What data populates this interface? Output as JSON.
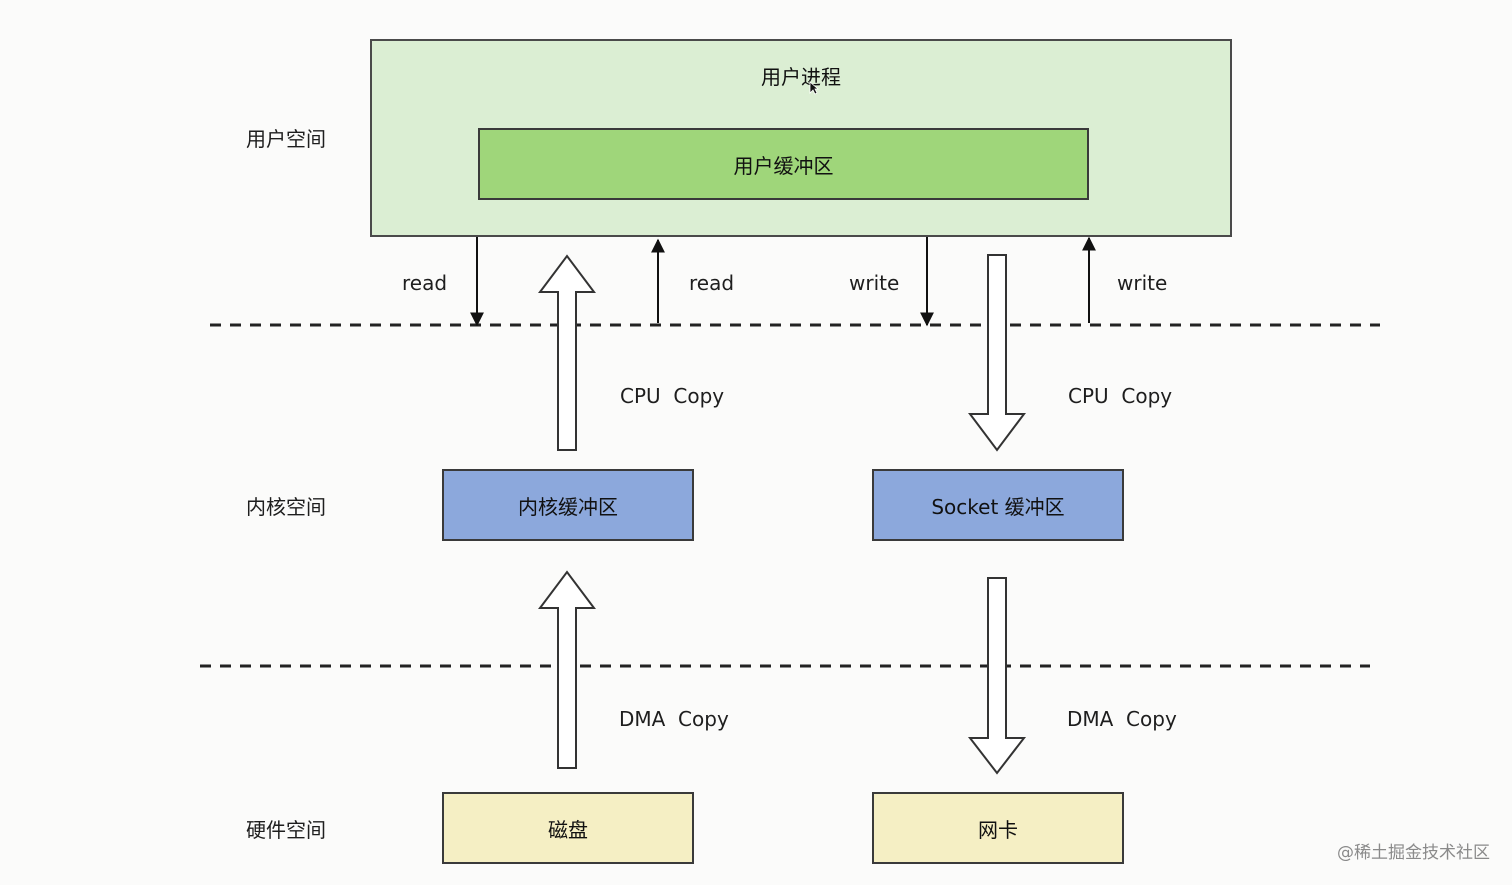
{
  "labels": {
    "user_space": "用户空间",
    "kernel_space": "内核空间",
    "hardware_space": "硬件空间"
  },
  "boxes": {
    "user_process": "用户进程",
    "user_buffer": "用户缓冲区",
    "kernel_buffer": "内核缓冲区",
    "socket_buffer": "Socket 缓冲区",
    "disk": "磁盘",
    "nic": "网卡"
  },
  "arrows": {
    "read_down": "read",
    "read_up": "read",
    "write_down": "write",
    "write_up": "write",
    "cpu_copy_left": "CPU  Copy",
    "cpu_copy_right": "CPU  Copy",
    "dma_copy_left": "DMA  Copy",
    "dma_copy_right": "DMA  Copy"
  },
  "watermark": "@稀土掘金技术社区",
  "colors": {
    "user_process_fill": "#dbeed3",
    "user_buffer_fill": "#9fd67a",
    "kernel_fill": "#8ca8dc",
    "hardware_fill": "#f5efc4"
  }
}
